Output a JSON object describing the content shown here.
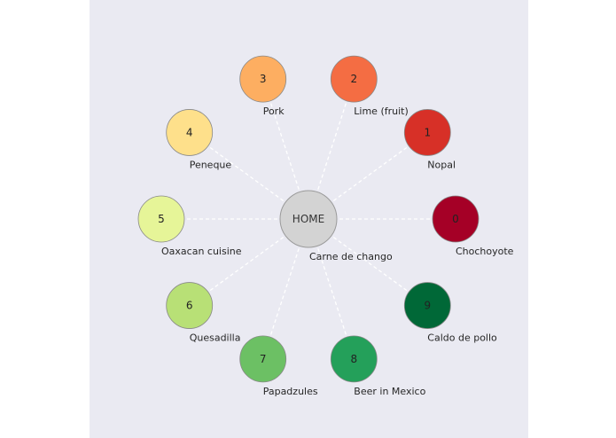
{
  "home": {
    "text": "HOME",
    "label": "Carne de chango",
    "color": "#d3d3d3"
  },
  "nodes": [
    {
      "num": "0",
      "label": "Chochoyote",
      "color": "#a50026"
    },
    {
      "num": "1",
      "label": "Nopal",
      "color": "#d73027"
    },
    {
      "num": "2",
      "label": "Lime (fruit)",
      "color": "#f46d43"
    },
    {
      "num": "3",
      "label": "Pork",
      "color": "#fdae61"
    },
    {
      "num": "4",
      "label": "Peneque",
      "color": "#fee08b"
    },
    {
      "num": "5",
      "label": "Oaxacan cuisine",
      "color": "#e6f598"
    },
    {
      "num": "6",
      "label": "Quesadilla",
      "color": "#b8e076"
    },
    {
      "num": "7",
      "label": "Papadzules",
      "color": "#6cc064"
    },
    {
      "num": "8",
      "label": "Beer in Mexico",
      "color": "#24a05a"
    },
    {
      "num": "9",
      "label": "Caldo de pollo",
      "color": "#006837"
    }
  ]
}
